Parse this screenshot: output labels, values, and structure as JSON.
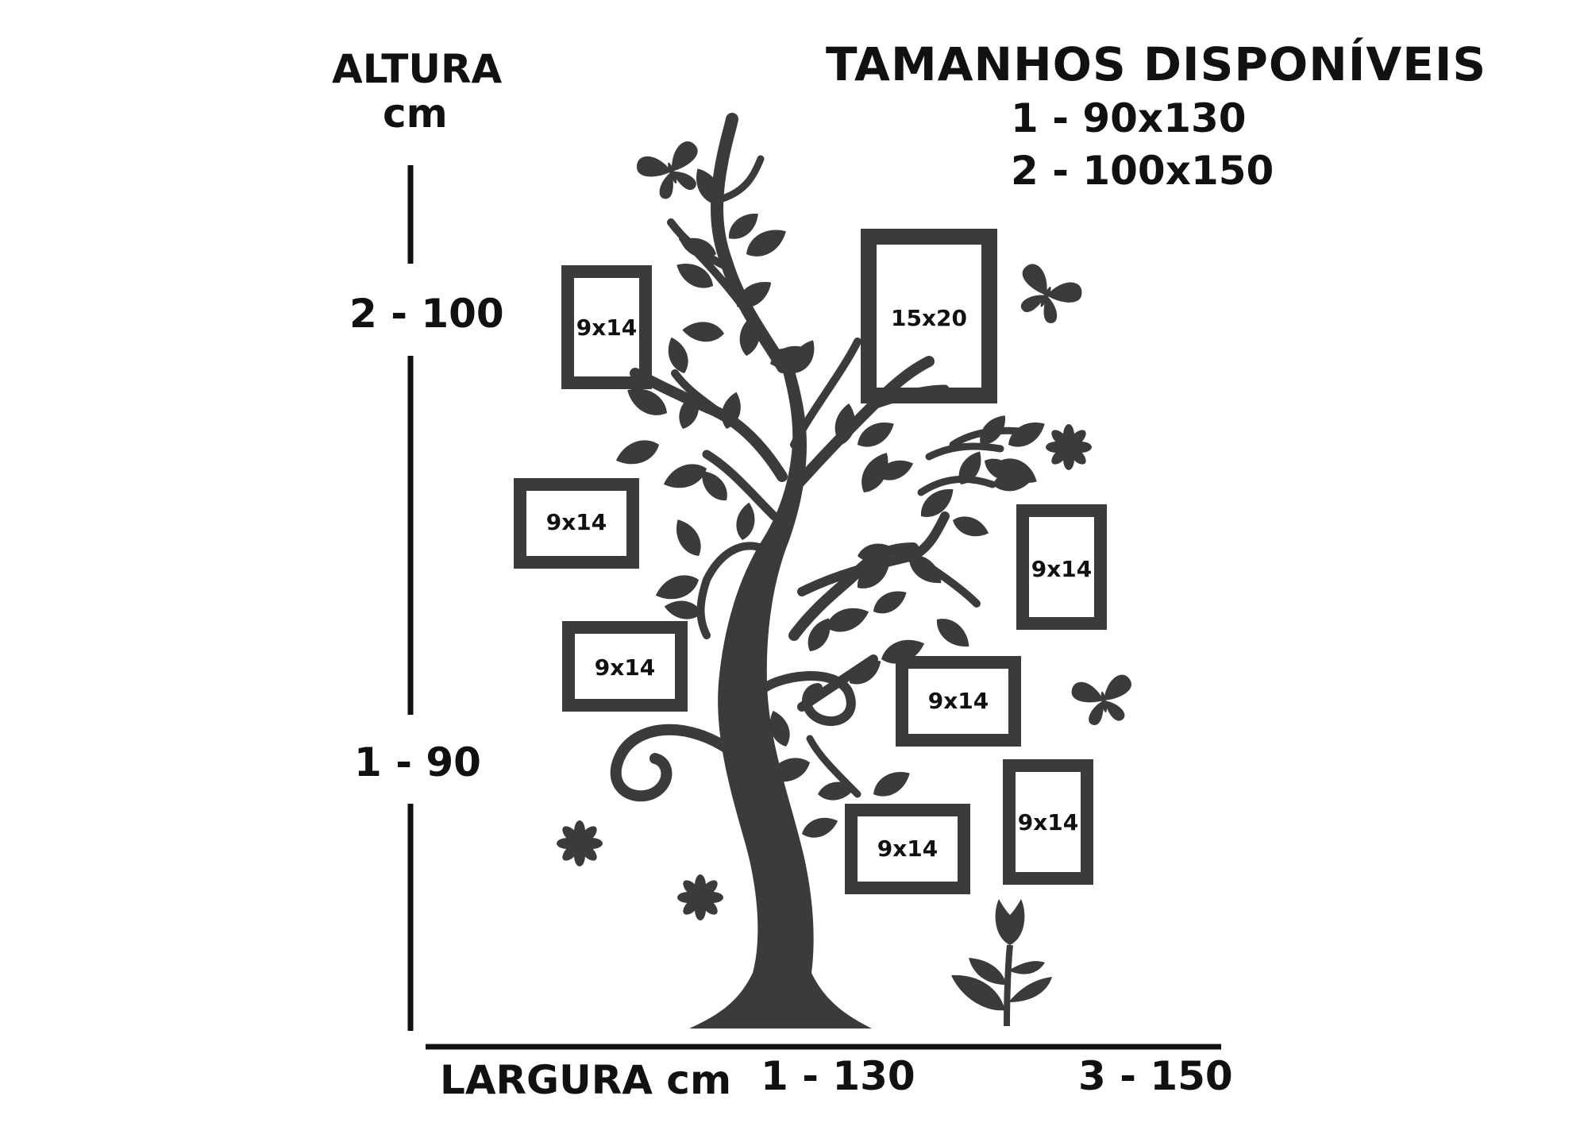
{
  "title": "TAMANHOS DISPONÍVEIS",
  "sizes": [
    "1 - 90x130",
    "2 - 100x150"
  ],
  "height_axis": {
    "label_line1": "ALTURA",
    "label_line2": "cm",
    "marks": [
      "2 - 100",
      "1 - 90"
    ]
  },
  "width_axis": {
    "label": "LARGURA cm",
    "marks": [
      "1 - 130",
      "3 - 150"
    ]
  },
  "frames": [
    "9x14",
    "15x20",
    "9x14",
    "9x14",
    "9x14",
    "9x14",
    "9x14",
    "9x14"
  ],
  "colors": {
    "decal": "#3b3b3b",
    "text": "#111111",
    "background": "#ffffff"
  }
}
